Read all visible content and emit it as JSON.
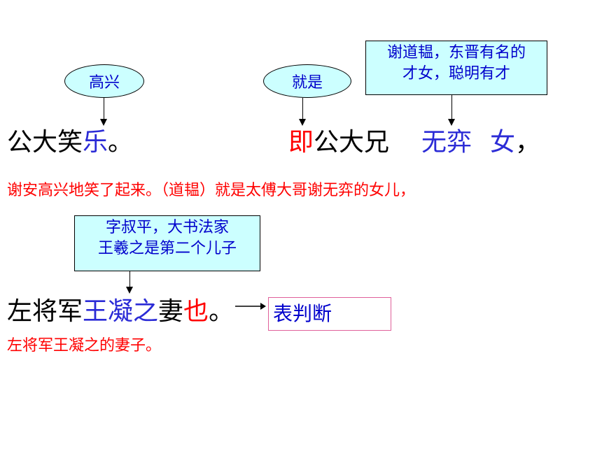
{
  "notes": {
    "gaoxing": "高兴",
    "jiushi": "就是",
    "daoyun_line1": "谢道韫，东晋有名的",
    "daoyun_line2": "才女，聪明有才",
    "shuping_line1": "字叔平，大书法家",
    "shuping_line2": "王羲之是第二个儿子"
  },
  "line1": {
    "part1": "公大笑",
    "part2": "乐",
    "part3": "。"
  },
  "line2": {
    "part1": "即",
    "part2": "公大兄",
    "part3": "无弈",
    "part4": "女",
    "part5": "，"
  },
  "translation1": "谢安高兴地笑了起来。（道韫）就是太傅大哥谢无弈的女儿，",
  "line3": {
    "part1": "左将军",
    "part2": "王凝之",
    "part3": "妻",
    "part4": "也",
    "part5": "。"
  },
  "judge_label": "表判断",
  "translation2": "左将军王凝之的妻子。"
}
